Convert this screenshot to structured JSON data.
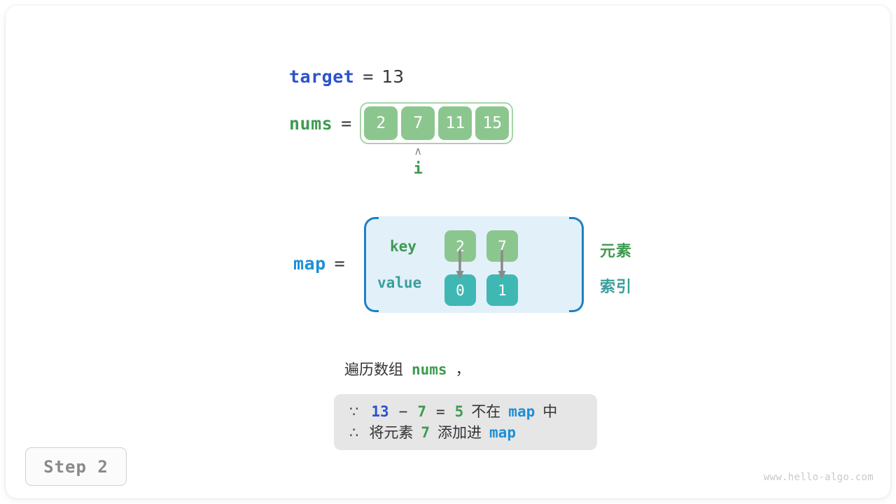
{
  "meta": {
    "watermark": "www.hello-algo.com",
    "step_badge": "Step 2"
  },
  "colors": {
    "target_blue": "#2b52cc",
    "map_blue": "#1f8fd6",
    "nums_green": "#3e9b50",
    "key_cell": "#8cc68f",
    "value_cell": "#3fb8b4",
    "map_box_fill": "#e2f0fa",
    "map_box_border": "#1f7fc4",
    "array_outline": "#a7d3a9",
    "reason_box_fill": "#e6e6e6",
    "arrow_gray": "#8a8a8a"
  },
  "target": {
    "label": "target",
    "equals": "=",
    "value": "13"
  },
  "nums": {
    "label": "nums",
    "equals": "=",
    "cells": [
      "2",
      "7",
      "11",
      "15"
    ],
    "pointer": {
      "caret": "∧",
      "name": "i",
      "index": 1
    }
  },
  "map": {
    "label": "map",
    "equals": "=",
    "row_labels": {
      "key": "key",
      "value": "value"
    },
    "entries": [
      {
        "key": "2",
        "value": "0"
      },
      {
        "key": "7",
        "value": "1"
      }
    ],
    "side_labels": {
      "element": "元素",
      "index": "索引"
    }
  },
  "description": {
    "line": {
      "prefix": "遍历数组",
      "code": "nums",
      "suffix": "，"
    },
    "reason": [
      {
        "symbol": "∵",
        "tokens": [
          {
            "text": "13",
            "style": "blue-deep"
          },
          {
            "text": "−",
            "style": "dark"
          },
          {
            "text": "7",
            "style": "green"
          },
          {
            "text": "=",
            "style": "dark"
          },
          {
            "text": "5",
            "style": "green"
          },
          {
            "text": "不在",
            "style": "cn"
          },
          {
            "text": "map",
            "style": "blue-light"
          },
          {
            "text": "中",
            "style": "cn"
          }
        ]
      },
      {
        "symbol": "∴",
        "tokens": [
          {
            "text": "将元素",
            "style": "cn"
          },
          {
            "text": "7",
            "style": "green"
          },
          {
            "text": "添加进",
            "style": "cn"
          },
          {
            "text": "map",
            "style": "blue-light"
          }
        ]
      }
    ]
  }
}
